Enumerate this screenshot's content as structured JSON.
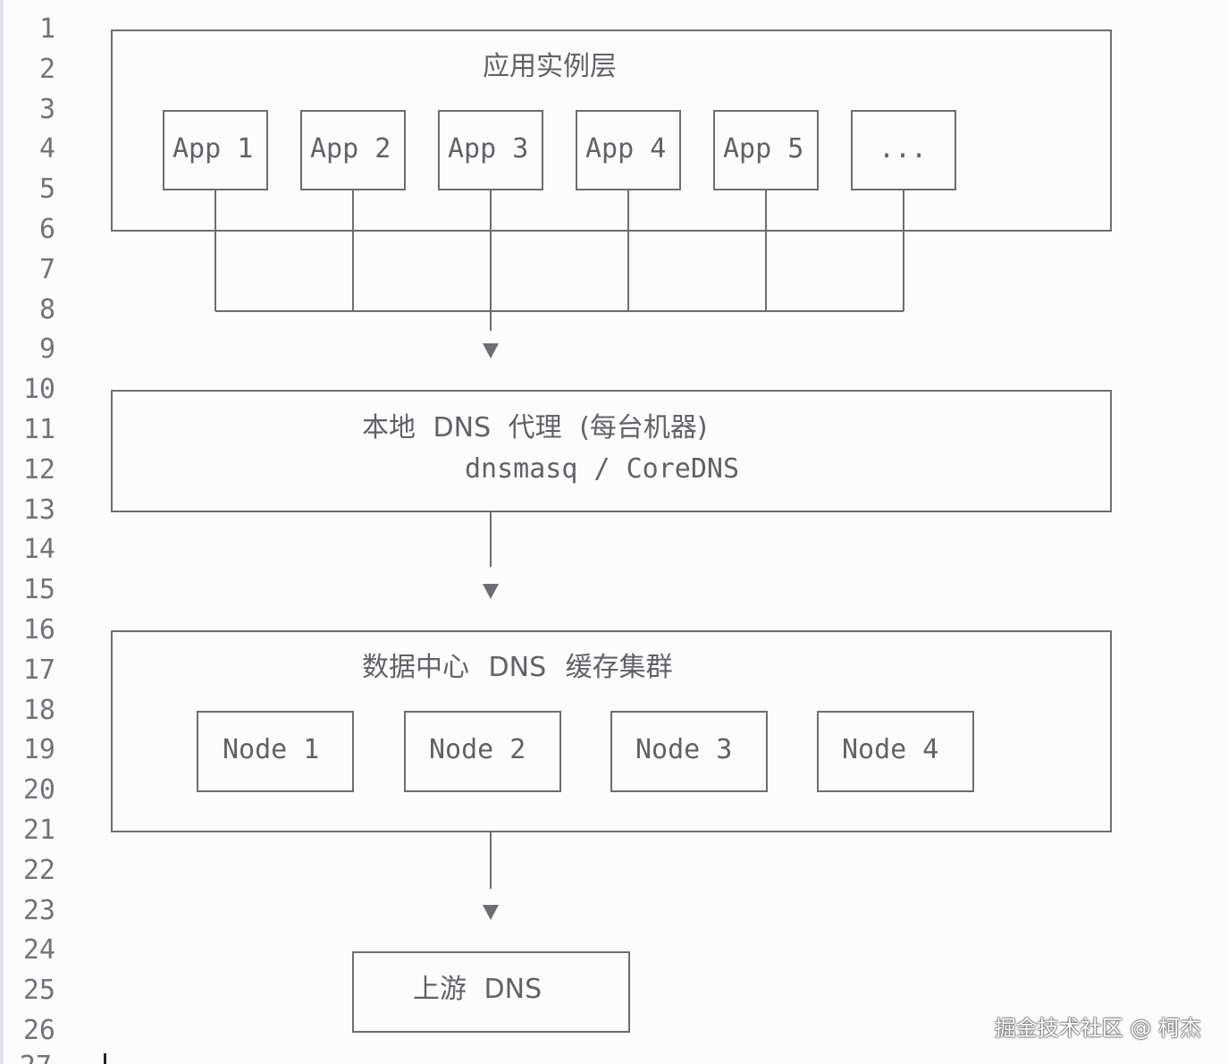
{
  "line_numbers": [
    "1",
    "2",
    "3",
    "4",
    "5",
    "6",
    "7",
    "8",
    "9",
    "10",
    "11",
    "12",
    "13",
    "14",
    "15",
    "16",
    "17",
    "18",
    "19",
    "20",
    "21",
    "22",
    "23",
    "24",
    "25",
    "26"
  ],
  "layers": {
    "app_layer": {
      "title": "应用实例层",
      "apps": [
        "App 1",
        "App 2",
        "App 3",
        "App 4",
        "App 5",
        "..."
      ]
    },
    "local_proxy": {
      "title": "本地 DNS 代理 (每台机器)",
      "subtitle": "dnsmasq / CoreDNS"
    },
    "dc_cache": {
      "title": "数据中心 DNS 缓存集群",
      "nodes": [
        "Node 1",
        "Node 2",
        "Node 3",
        "Node 4"
      ]
    },
    "upstream": {
      "title": "上游 DNS"
    }
  },
  "watermark": "掘金技术社区 @ 柯杰",
  "colors": {
    "line": "#6b6e73",
    "text": "#606266",
    "gutter_text": "#707478",
    "background": "#fcfcfd"
  }
}
